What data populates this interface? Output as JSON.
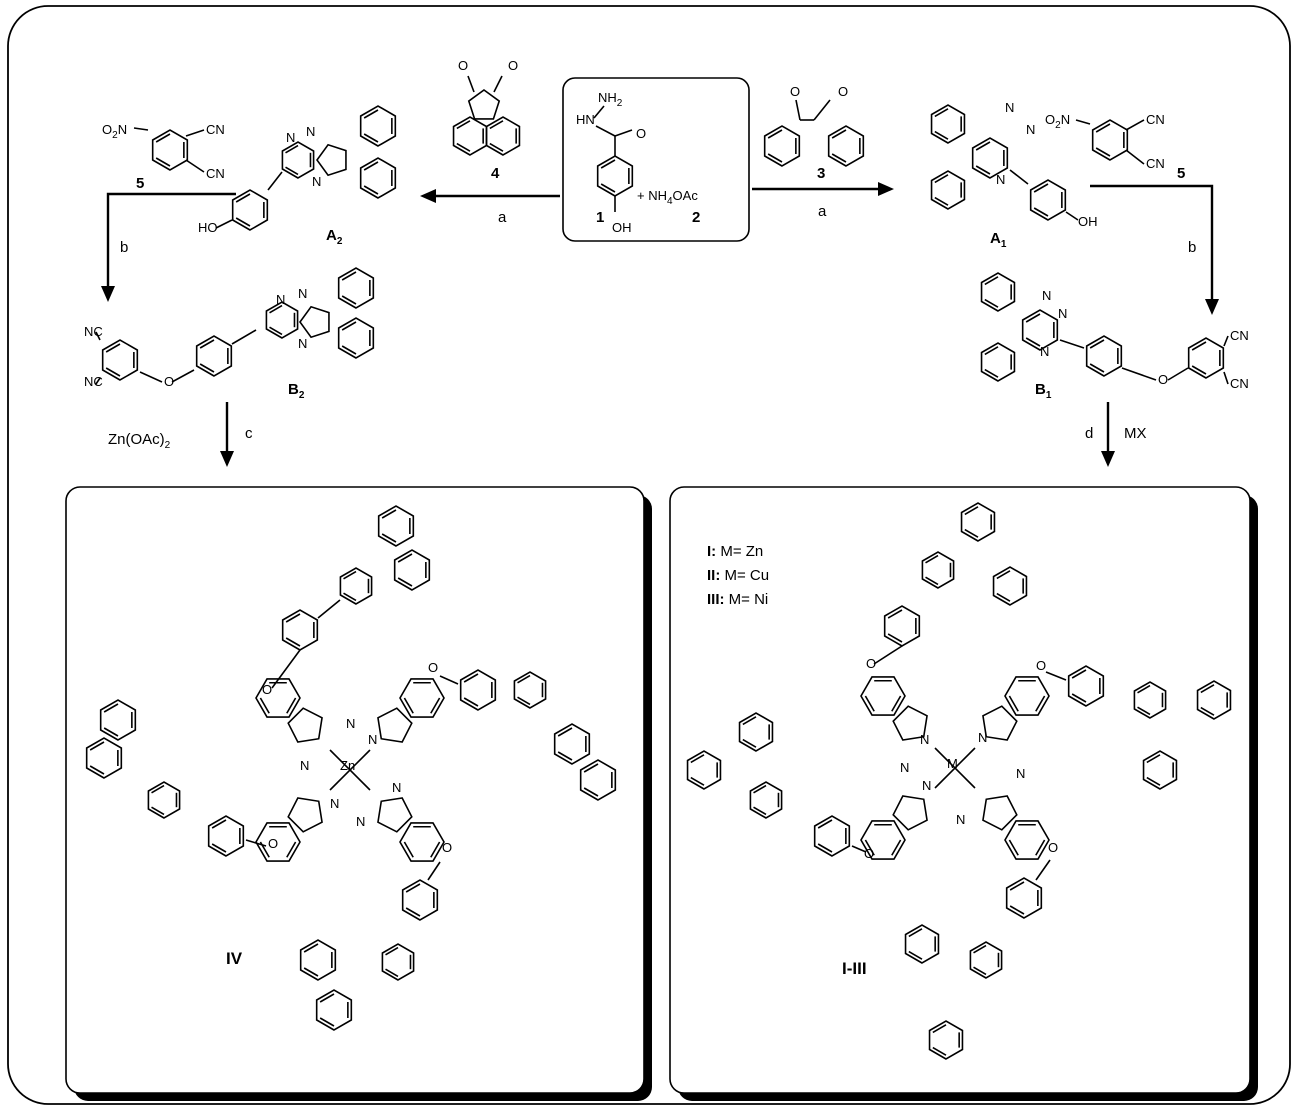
{
  "reagents": {
    "hydrazide_num": "1",
    "nh4oac": "+ NH",
    "nh4oac_sub": "4",
    "nh4oac_tail": "OAc",
    "nh4oac_num": "2",
    "benzil_num": "3",
    "acenaphthenequinone_num": "4",
    "nitrophthalonitrile_num": "5"
  },
  "conditions": {
    "a_left": "a",
    "a_right": "a",
    "b_left": "b",
    "b_right": "b",
    "c": "c",
    "c_reagent": "Zn(OAc)",
    "c_sub": "2",
    "d": "d",
    "d_reagent": "MX"
  },
  "compounds": {
    "A1": "A",
    "A1_sub": "1",
    "A2": "A",
    "A2_sub": "2",
    "B1": "B",
    "B1_sub": "1",
    "B2": "B",
    "B2_sub": "2"
  },
  "products": {
    "left_label": "IV",
    "right_label": "I-III",
    "metal_left": "Zn",
    "metal_right": "M",
    "legend": [
      {
        "num": "I:",
        "text": " M= Zn"
      },
      {
        "num": "II:",
        "text": " M= Cu"
      },
      {
        "num": "III:",
        "text": " M= Ni"
      }
    ]
  },
  "atoms": {
    "O": "O",
    "N": "N",
    "OH": "OH",
    "HO": "HO",
    "CN": "CN",
    "NC": "NC",
    "NH2": "NH",
    "NH2_sub": "2",
    "HN": "HN",
    "O2N": "O",
    "O2N_sub": "2",
    "O2N_tail": "N"
  }
}
